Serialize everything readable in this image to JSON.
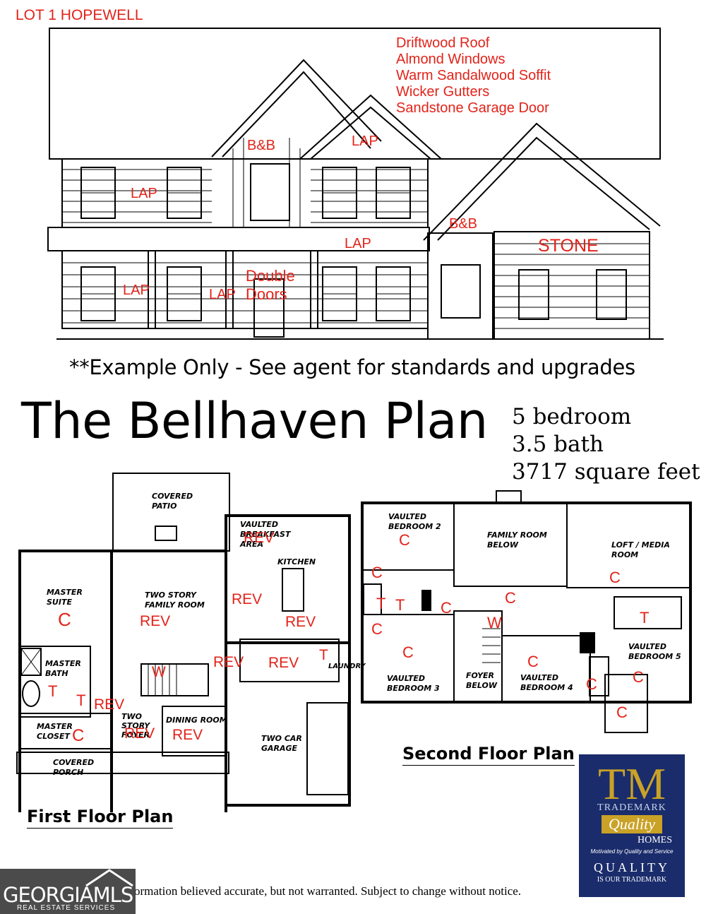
{
  "lot_label": "LOT 1 HOPEWELL",
  "colors_spec": [
    "Driftwood Roof",
    "Almond Windows",
    "Warm Sandalwood Soffit",
    "Wicker Gutters",
    "Sandstone Garage Door"
  ],
  "elevation_labels": {
    "bb1": "B&B",
    "lap_gable": "LAP",
    "lap_upper_left": "LAP",
    "bb2": "B&B",
    "lap_mid": "LAP",
    "stone": "STONE",
    "lap_lower_left": "LAP",
    "lap_porch": "LAP",
    "double_doors_1": "Double",
    "double_doors_2": "Doors"
  },
  "disclaimer": "**Example Only - See agent for standards and upgrades",
  "plan_name": "The Bellhaven Plan",
  "stats": [
    "5 bedroom",
    "3.5 bath",
    "3717 square feet"
  ],
  "first_floor": {
    "title": "First Floor Plan",
    "rooms": {
      "patio_1": "COVERED",
      "patio_2": "PATIO",
      "breakfast_1": "VAULTED",
      "breakfast_2": "BREAKFAST",
      "breakfast_3": "AREA",
      "kitchen": "KITCHEN",
      "master_1": "MASTER",
      "master_2": "SUITE",
      "family_1": "TWO STORY",
      "family_2": "FAMILY ROOM",
      "mbath_1": "MASTER",
      "mbath_2": "BATH",
      "mcloset_1": "MASTER",
      "mcloset_2": "CLOSET",
      "foyer_1": "TWO",
      "foyer_2": "STORY",
      "foyer_3": "FOYER",
      "dining": "DINING ROOM",
      "porch_1": "COVERED",
      "porch_2": "PORCH",
      "garage_1": "TWO CAR",
      "garage_2": "GARAGE",
      "laundry": "LAUNDRY"
    },
    "marks": {
      "c_master": "C",
      "rev_family": "REV",
      "rev_kitchen_left": "REV",
      "rev_kitchen": "REV",
      "rev_breakfast": "REV",
      "w_stair": "W",
      "rev_pantry": "REV",
      "rev_pwdr": "REV",
      "t_laundry": "T",
      "t_mbath": "T",
      "t_mbath2": "T",
      "rev_hall": "REV",
      "c_closet": "C",
      "rev_foyer": "REV",
      "rev_dining": "REV"
    }
  },
  "second_floor": {
    "title": "Second Floor Plan",
    "rooms": {
      "bed2_1": "VAULTED",
      "bed2_2": "BEDROOM 2",
      "famb_1": "FAMILY ROOM",
      "famb_2": "BELOW",
      "loft_1": "LOFT / MEDIA",
      "loft_2": "ROOM",
      "bed3_1": "VAULTED",
      "bed3_2": "BEDROOM 3",
      "foyerb_1": "FOYER",
      "foyerb_2": "BELOW",
      "bed4_1": "VAULTED",
      "bed4_2": "BEDROOM 4",
      "bed5_1": "VAULTED",
      "bed5_2": "BEDROOM 5"
    },
    "marks": {
      "c_bed2": "C",
      "c_bath_a": "C",
      "t_bath_a": "T",
      "t_bath_b": "T",
      "c_bath_b": "C",
      "c_hall1": "C",
      "c_hall2": "C",
      "c_loft": "C",
      "t_bath5": "T",
      "w_stair": "W",
      "c_bed3": "C",
      "c_bed4": "C",
      "c_bed4b": "C",
      "c_bed5": "C",
      "c_closet5": "C"
    }
  },
  "footer_text": "ormation believed accurate, but not warranted. Subject to change without notice.",
  "logo": {
    "monogram": "TM",
    "brand_1": "TRADEMARK",
    "brand_2": "Quality",
    "brand_3": "HOMES",
    "tagline": "Motivated by Quality and Service",
    "bottom_1": "QUALITY",
    "bottom_2": "IS OUR TRADEMARK"
  },
  "watermark": {
    "main": "GEORGIAMLS",
    "sub": "REAL ESTATE SERVICES"
  },
  "colors": {
    "annotation_red": "#e2231a",
    "logo_navy": "#1a2c6b",
    "logo_gold": "#c9a227"
  }
}
